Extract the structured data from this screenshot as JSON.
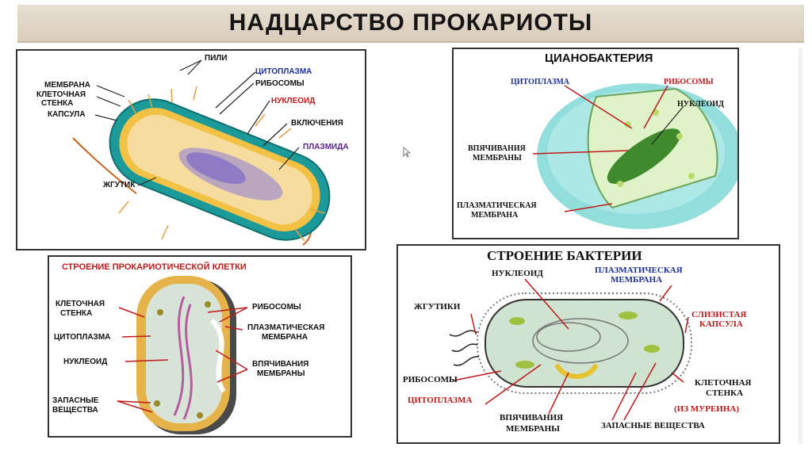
{
  "header": {
    "title": "НАДЦАРСТВО ПРОКАРИОТЫ"
  },
  "panel1": {
    "labels": {
      "pili": "ПИЛИ",
      "membrane": "МЕМБРАНА",
      "wall1": "КЛЕТОЧНАЯ",
      "wall2": "СТЕНКА",
      "capsule": "КАПСУЛА",
      "cytoplasm": "ЦИТОПЛАЗМА",
      "ribosomes": "РИБОСОМЫ",
      "nucleoid": "НУКЛЕОИД",
      "inclusions": "ВКЛЮЧЕНИЯ",
      "plasmid": "ПЛАЗМИДА",
      "flagellum": "ЖГУТИК"
    }
  },
  "panel2": {
    "title": "ЦИАНОБАКТЕРИЯ",
    "labels": {
      "cytoplasm": "ЦИТОПЛАЗМА",
      "ribosomes": "РИБОСОМЫ",
      "nucleoid": "НУКЛЕОИД",
      "invag1": "ВПЯЧИВАНИЯ",
      "invag2": "МЕМБРАНЫ",
      "plasma1": "ПЛАЗМАТИЧЕСКАЯ",
      "plasma2": "МЕМБРАНА"
    }
  },
  "panel3": {
    "title": "СТРОЕНИЕ ПРОКАРИОТИЧЕСКОЙ КЛЕТКИ",
    "labels": {
      "wall1": "КЛЕТОЧНАЯ",
      "wall2": "СТЕНКА",
      "cytoplasm": "ЦИТОПЛАЗМА",
      "nucleoid": "НУКЛЕОИД",
      "reserve1": "ЗАПАСНЫЕ",
      "reserve2": "ВЕЩЕСТВА",
      "ribosomes": "РИБОСОМЫ",
      "plasma1": "ПЛАЗМАТИЧЕСКАЯ",
      "plasma2": "МЕМБРАНА",
      "invag1": "ВПЯЧИВАНИЯ",
      "invag2": "МЕМБРАНЫ"
    }
  },
  "panel4": {
    "title": "СТРОЕНИЕ БАКТЕРИИ",
    "labels": {
      "nucleoid": "НУКЛЕОИД",
      "plasma1": "ПЛАЗМАТИЧЕСКАЯ",
      "plasma2": "МЕМБРАНА",
      "flagella": "ЖГУТИКИ",
      "slime1": "СЛИЗИСТАЯ",
      "slime2": "КАПСУЛА",
      "ribosomes": "РИБОСОМЫ",
      "cytoplasm": "ЦИТОПЛАЗМА",
      "wall1": "КЛЕТОЧНАЯ",
      "wall2": "СТЕНКА",
      "murein": "(ИЗ МУРЕИНА)",
      "invag1": "ВПЯЧИВАНИЯ",
      "invag2": "МЕМБРАНЫ",
      "reserve": "ЗАПАСНЫЕ ВЕЩЕСТВА"
    }
  }
}
